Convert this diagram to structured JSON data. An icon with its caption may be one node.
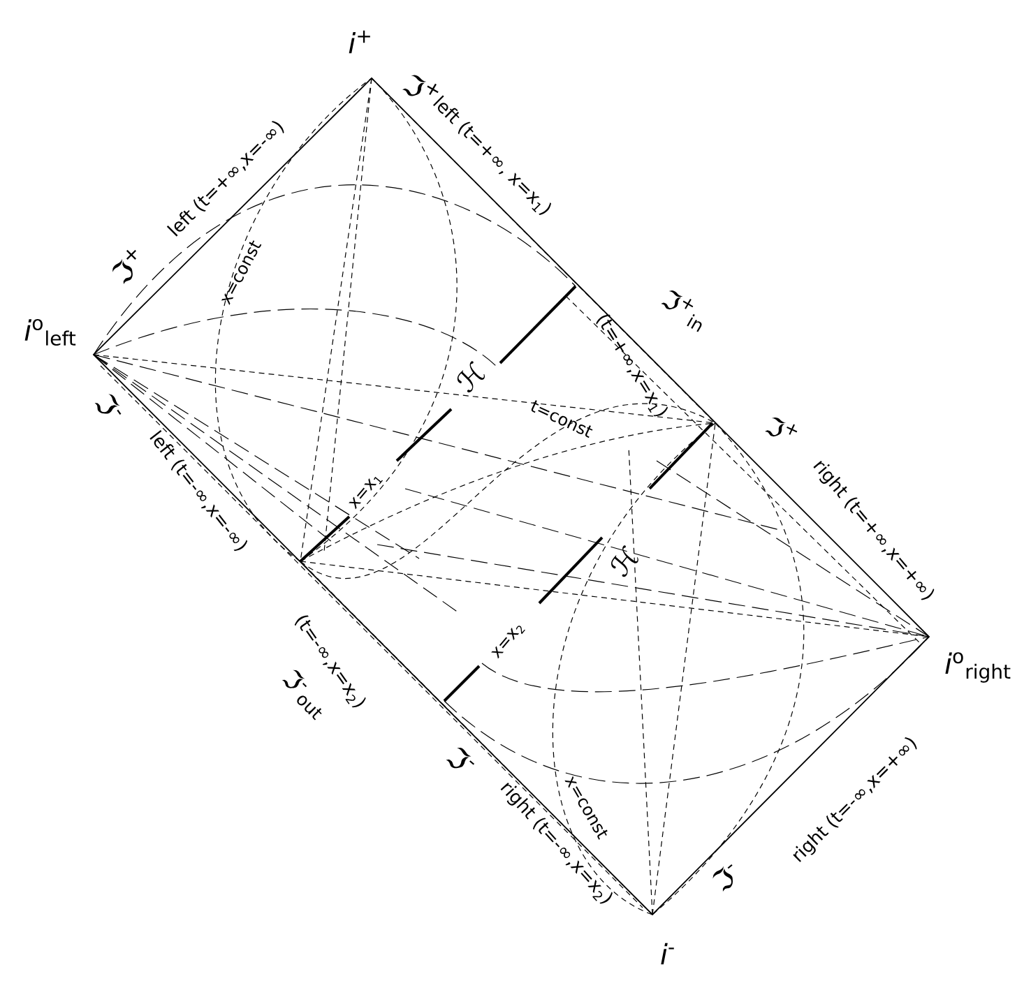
{
  "diagram": {
    "labels": [
      "*i*$^{+}$",
      "ℑ$^{+}$",
      "left (t=+∞,x=-∞)",
      "ℑ$^{+}$",
      "left (t=+∞, x=x$_{1}$)",
      "*i*$^{o}$$_{left}$",
      "x=const",
      "ℑ$^{+}$$_{in}$",
      "(t=+∞,x=x$_{1}$)",
      "ℋ",
      "t=const",
      "ℑ$^{+}$",
      "right (t=+∞,x=+∞)",
      "ℑ$^{-}$",
      "left (t=-∞,x=-∞)",
      "x=x$_{1}$",
      "ℋ",
      "x=x$_{2}$",
      "(t=-∞,x=x$_{2}$)",
      "ℑ$^{-}$$_{out}$",
      "*i*$^{o}$$_{right}$",
      "ℑ$^{-}$",
      "right (t=-∞,x=x$_{2}$)",
      "x=const",
      "*i*$^{-}$",
      "ℑ$^{-}$",
      "right (t=-∞,x=+∞)"
    ]
  }
}
